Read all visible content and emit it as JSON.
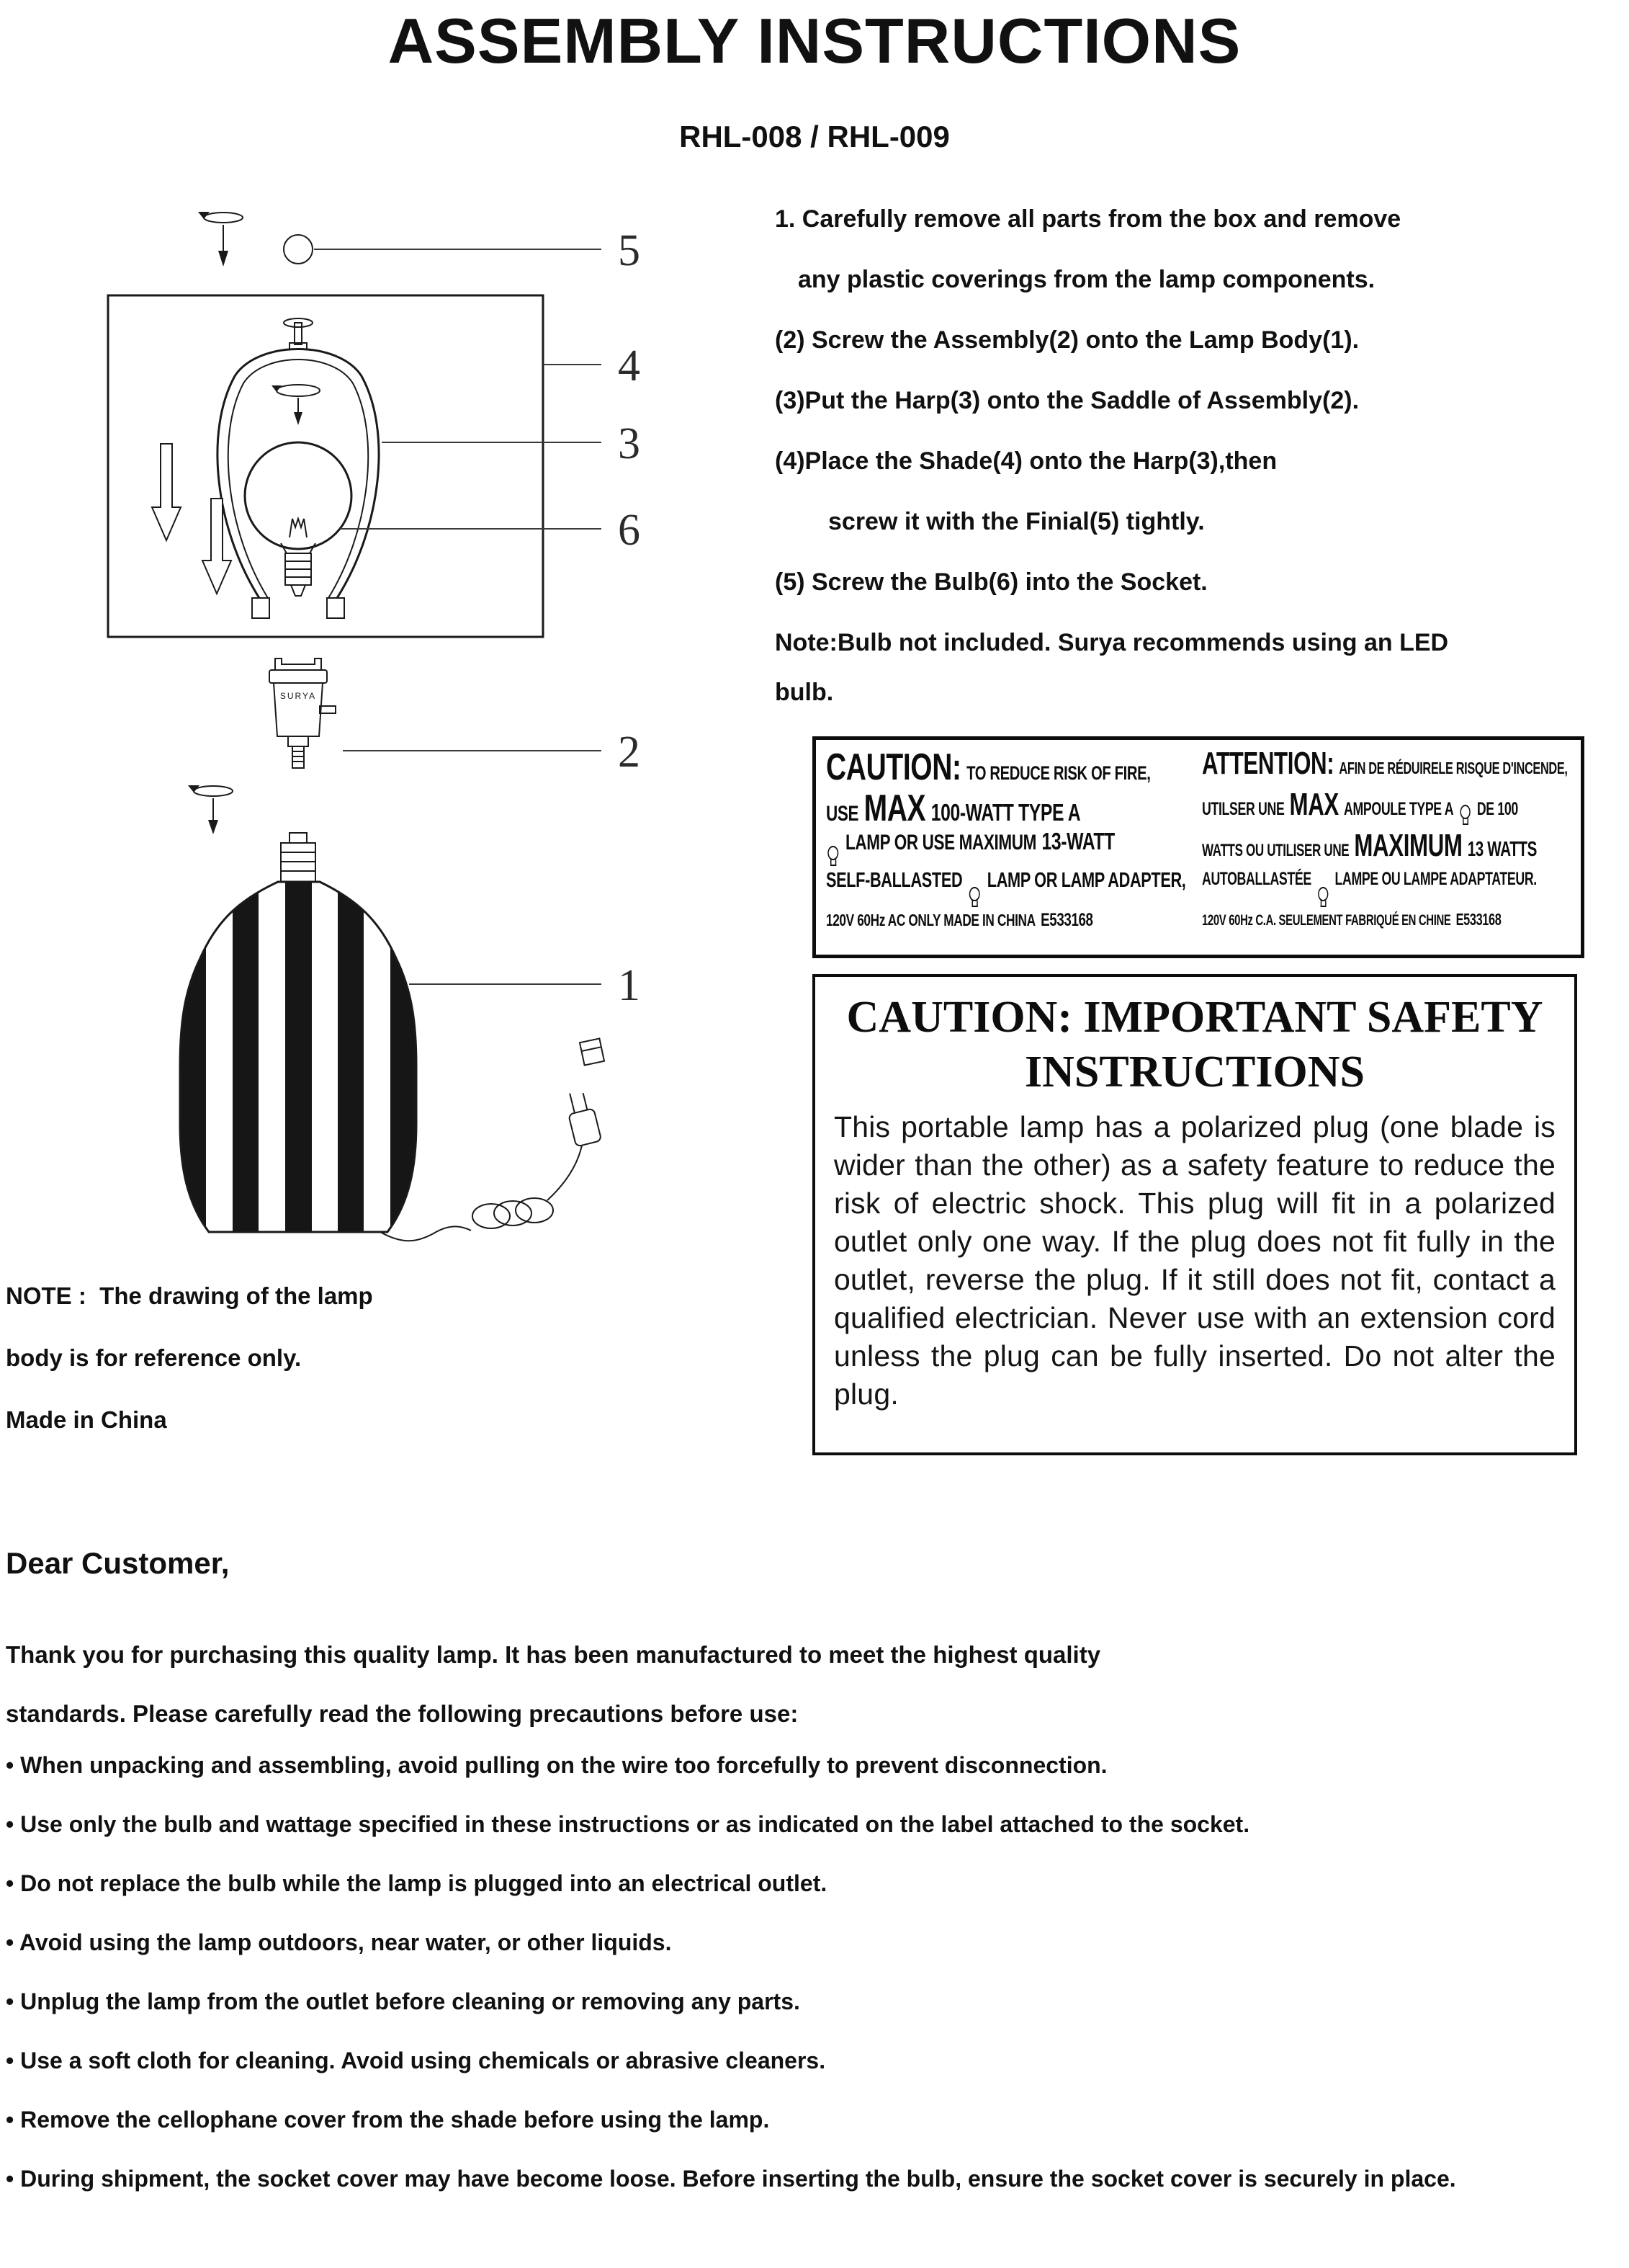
{
  "doc": {
    "title": "ASSEMBLY INSTRUCTIONS",
    "model": "RHL-008 / RHL-009"
  },
  "diagram": {
    "socket_brand": "SURYA",
    "part_numbers": {
      "finial": "5",
      "shade": "4",
      "harp": "3",
      "bulb": "6",
      "assembly": "2",
      "body": "1"
    }
  },
  "steps": [
    {
      "text": "1. Carefully remove all parts from the box and remove",
      "cls": ""
    },
    {
      "text": "any plastic coverings from the lamp components.",
      "cls": "indent-1"
    },
    {
      "text": "(2) Screw the Assembly(2) onto the Lamp Body(1).",
      "cls": ""
    },
    {
      "text": "(3)Put the Harp(3) onto the Saddle of Assembly(2).",
      "cls": ""
    },
    {
      "text": "(4)Place the Shade(4) onto the Harp(3),then",
      "cls": ""
    },
    {
      "text": "screw it with the Finial(5) tightly.",
      "cls": "indent-2"
    },
    {
      "text": "(5) Screw the Bulb(6) into the Socket.",
      "cls": ""
    },
    {
      "text": "Note:Bulb not included. Surya recommends using an LED",
      "cls": ""
    },
    {
      "text": "bulb.",
      "cls": "tight"
    }
  ],
  "caution_label": {
    "en": {
      "l1a": "CAUTION:",
      "l1b": "TO REDUCE RISK OF FIRE,",
      "l2a": "USE",
      "l2b": "MAX",
      "l2c": "100-WATT TYPE A",
      "l3a": "LAMP OR USE MAXIMUM",
      "l3b": "13-WATT",
      "l4a": "SELF-BALLASTED",
      "l4b": "LAMP OR LAMP ADAPTER,",
      "l5a": "120V 60Hz AC ONLY MADE IN CHINA",
      "l5b": "E533168"
    },
    "fr": {
      "l1a": "ATTENTION:",
      "l1b": "AFIN DE RÉDUIRELE RISQUE D'INCENDE,",
      "l2a": "UTILSER UNE",
      "l2b": "MAX",
      "l2c": "AMPOULE TYPE A",
      "l2d": "DE 100",
      "l3a": "WATTS OU UTILISER UNE",
      "l3b": "MAXIMUM",
      "l3c": "13 WATTS",
      "l4a": "AUTOBALLASTÉE",
      "l4b": "LAMPE OU LAMPE ADAPTATEUR.",
      "l5a": "120V 60Hz C.A. SEULEMENT FABRIQUÉ EN CHINE",
      "l5b": "E533168"
    }
  },
  "safety_box": {
    "title_line1": "CAUTION: IMPORTANT SAFETY",
    "title_line2": "INSTRUCTIONS",
    "body": "This portable lamp has a polarized plug (one blade is wider than the other) as a safety feature to reduce the risk of electric shock. This plug will fit in a polarized outlet only one way. If the plug does not fit fully in the outlet, reverse the plug. If it still does not fit, contact a qualified electrician. Never use with an extension cord unless the plug can be fully inserted. Do not alter the plug."
  },
  "note": {
    "line1": "NOTE :  The drawing of the lamp",
    "line2": "body is for reference only.",
    "line3": "Made in China"
  },
  "customer": {
    "heading": "Dear Customer,",
    "intro_line1": "Thank you for purchasing this quality lamp. It has been manufactured to meet the highest quality",
    "intro_line2": "standards. Please carefully read the following precautions before use:",
    "bullets": [
      "When unpacking and assembling, avoid pulling on the wire too forcefully to prevent disconnection.",
      "Use only the bulb and wattage specified in these instructions or as indicated on the label attached to the socket.",
      "Do not replace the bulb while the lamp is plugged into an electrical outlet.",
      "Avoid using the lamp outdoors, near water, or other liquids.",
      "Unplug the lamp from the outlet before cleaning or removing any parts.",
      "Use a soft cloth for cleaning. Avoid using chemicals or abrasive cleaners.",
      "Remove the cellophane cover from the shade before using the lamp.",
      "During shipment, the socket cover may have become loose. Before inserting the bulb, ensure the socket cover is securely in place."
    ]
  }
}
